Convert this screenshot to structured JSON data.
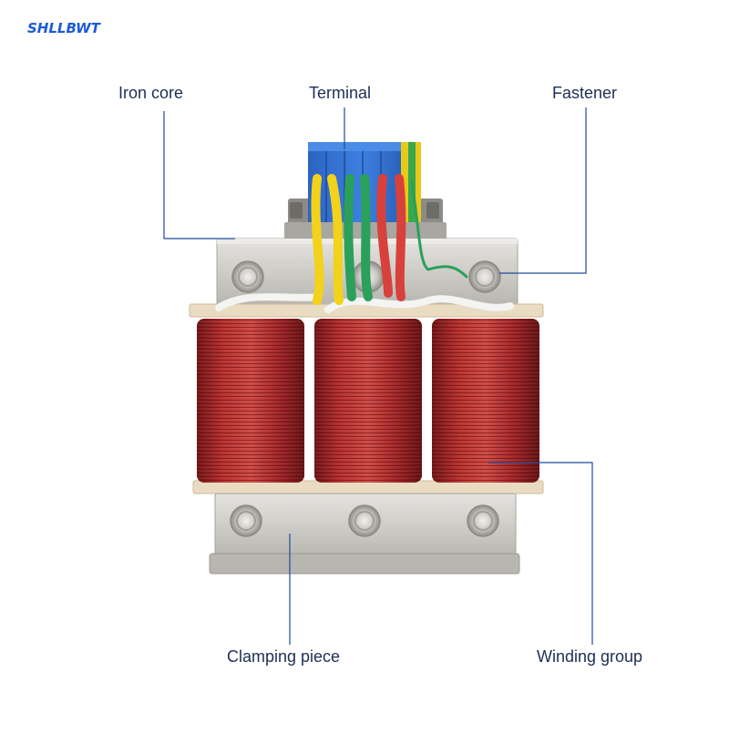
{
  "brand": {
    "logo_text": "SHLLBWT",
    "color": "#1a5bd8"
  },
  "diagram": {
    "leader_color": "#1f4c9a",
    "labels": {
      "iron_core": "Iron core",
      "terminal": "Terminal",
      "fastener": "Fastener",
      "clamping_piece": "Clamping piece",
      "winding_group": "Winding group"
    }
  },
  "colors": {
    "coil_copper": "#a8262a",
    "terminal_block": "#2f6fcf",
    "clamp_metal": "#c9c7c2",
    "insulation": "#eadcc2",
    "wire_yellow": "#f2d21b",
    "wire_green": "#2aa05a",
    "wire_red": "#d8413b"
  }
}
